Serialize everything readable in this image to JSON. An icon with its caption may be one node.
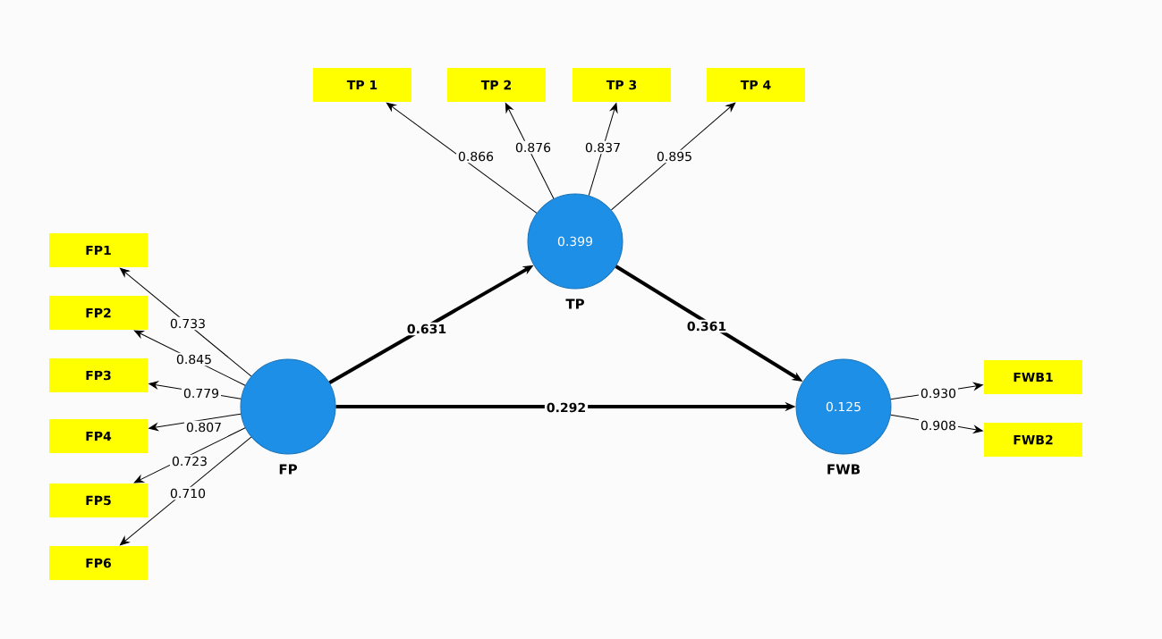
{
  "diagram": {
    "nodes": [
      {
        "text": [
          "TP 1"
        ]
      },
      {
        "text": [
          "TP 2"
        ]
      },
      {
        "text": [
          "TP 3"
        ]
      },
      {
        "text": [
          "TP 4"
        ]
      },
      {
        "text": [
          "0.399",
          "TP"
        ]
      },
      {
        "text": [
          "FP1"
        ]
      },
      {
        "text": [
          "FP2"
        ]
      },
      {
        "text": [
          "FP3"
        ]
      },
      {
        "text": [
          "FP4"
        ]
      },
      {
        "text": [
          "FP5"
        ]
      },
      {
        "text": [
          "FP6"
        ]
      },
      {
        "text": [
          "FP"
        ]
      },
      {
        "text": [
          "0.125",
          "FWB"
        ]
      },
      {
        "text": [
          "FWB1"
        ]
      },
      {
        "text": [
          "FWB2"
        ]
      }
    ],
    "edges": [
      {
        "from": 4,
        "to": 0,
        "arrow": "to",
        "label": "0.866"
      },
      {
        "from": 4,
        "to": 1,
        "arrow": "to",
        "label": "0.876"
      },
      {
        "from": 4,
        "to": 2,
        "arrow": "to",
        "label": "0.837"
      },
      {
        "from": 4,
        "to": 3,
        "arrow": "to",
        "label": "0.895"
      },
      {
        "from": 11,
        "to": 5,
        "arrow": "to",
        "label": "0.733"
      },
      {
        "from": 11,
        "to": 6,
        "arrow": "to",
        "label": "0.845"
      },
      {
        "from": 11,
        "to": 7,
        "arrow": "to",
        "label": "0.779"
      },
      {
        "from": 11,
        "to": 8,
        "arrow": "to",
        "label": "0.807"
      },
      {
        "from": 11,
        "to": 9,
        "arrow": "to",
        "label": "0.723"
      },
      {
        "from": 11,
        "to": 10,
        "arrow": "to",
        "label": "0.710"
      },
      {
        "from": 11,
        "to": 4,
        "arrow": "to",
        "label": "0.631",
        "style": "thick"
      },
      {
        "from": 4,
        "to": 12,
        "arrow": "to",
        "label": "0.361",
        "style": "thick"
      },
      {
        "from": 11,
        "to": 12,
        "arrow": "to",
        "label": "0.292",
        "style": "thick"
      },
      {
        "from": 12,
        "to": 13,
        "arrow": "to",
        "label": "0.930"
      },
      {
        "from": 12,
        "to": 14,
        "arrow": "to",
        "label": "0.908"
      }
    ]
  }
}
